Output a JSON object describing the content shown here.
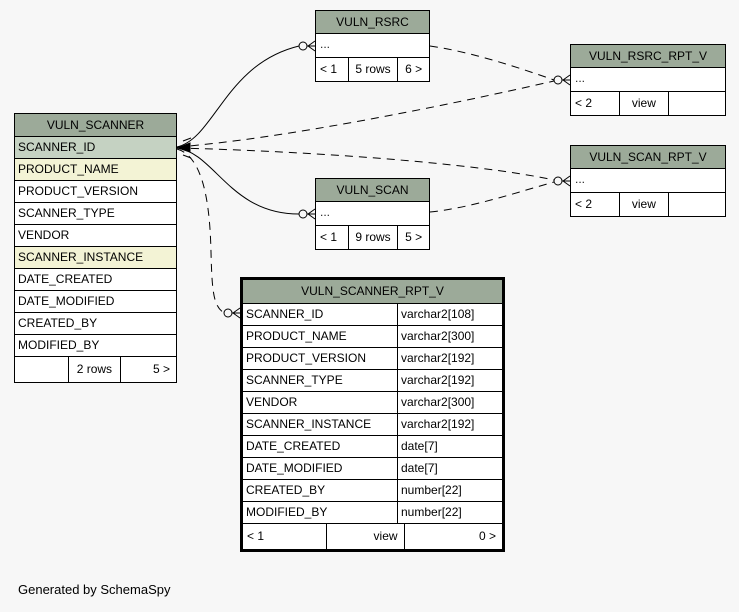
{
  "page": {
    "footer_note": "Generated by SchemaSpy"
  },
  "colors": {
    "canvas_bg": "#f7f7f7",
    "table_header_bg": "#9caa99",
    "primary_key_bg": "#c5d2c2",
    "indexed_column_bg": "#f3f3d5",
    "row_bg": "#ffffff",
    "line_color": "#000000"
  },
  "tables": {
    "vuln_scanner": {
      "title": "VULN_SCANNER",
      "columns": [
        {
          "name": "SCANNER_ID"
        },
        {
          "name": "PRODUCT_NAME"
        },
        {
          "name": "PRODUCT_VERSION"
        },
        {
          "name": "SCANNER_TYPE"
        },
        {
          "name": "VENDOR"
        },
        {
          "name": "SCANNER_INSTANCE"
        },
        {
          "name": "DATE_CREATED"
        },
        {
          "name": "DATE_MODIFIED"
        },
        {
          "name": "CREATED_BY"
        },
        {
          "name": "MODIFIED_BY"
        }
      ],
      "footer": {
        "left": "",
        "center": "2 rows",
        "right": "5 >"
      }
    },
    "vuln_rsrc": {
      "title": "VULN_RSRC",
      "ellipsis": "...",
      "footer": {
        "left": "< 1",
        "center": "5 rows",
        "right": "6 >"
      }
    },
    "vuln_scan": {
      "title": "VULN_SCAN",
      "ellipsis": "...",
      "footer": {
        "left": "< 1",
        "center": "9 rows",
        "right": "5 >"
      }
    },
    "vuln_rsrc_rpt_v": {
      "title": "VULN_RSRC_RPT_V",
      "ellipsis": "...",
      "footer": {
        "left": "< 2",
        "center": "view",
        "right": ""
      }
    },
    "vuln_scan_rpt_v": {
      "title": "VULN_SCAN_RPT_V",
      "ellipsis": "...",
      "footer": {
        "left": "< 2",
        "center": "view",
        "right": ""
      }
    },
    "vuln_scanner_rpt_v": {
      "title": "VULN_SCANNER_RPT_V",
      "columns": [
        {
          "name": "SCANNER_ID",
          "type": "varchar2[108]"
        },
        {
          "name": "PRODUCT_NAME",
          "type": "varchar2[300]"
        },
        {
          "name": "PRODUCT_VERSION",
          "type": "varchar2[192]"
        },
        {
          "name": "SCANNER_TYPE",
          "type": "varchar2[192]"
        },
        {
          "name": "VENDOR",
          "type": "varchar2[300]"
        },
        {
          "name": "SCANNER_INSTANCE",
          "type": "varchar2[192]"
        },
        {
          "name": "DATE_CREATED",
          "type": "date[7]"
        },
        {
          "name": "DATE_MODIFIED",
          "type": "date[7]"
        },
        {
          "name": "CREATED_BY",
          "type": "number[22]"
        },
        {
          "name": "MODIFIED_BY",
          "type": "number[22]"
        }
      ],
      "footer": {
        "left": "< 1",
        "center": "view",
        "right": "0 >"
      }
    }
  }
}
